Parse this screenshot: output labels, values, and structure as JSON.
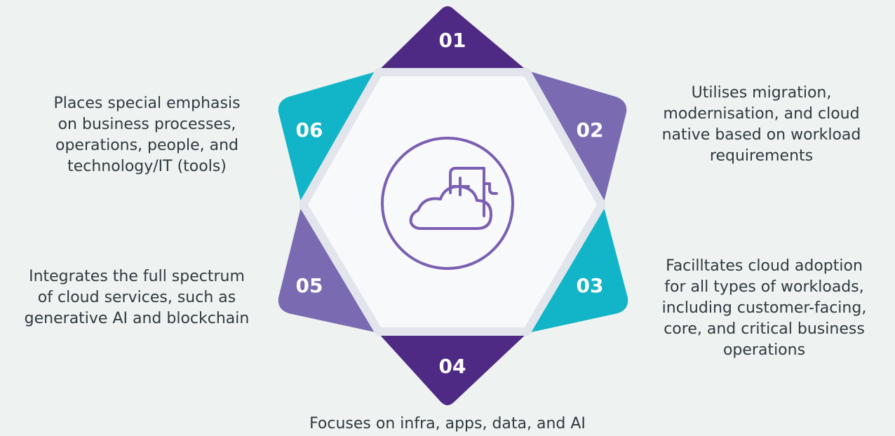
{
  "colors": {
    "background": "#eef2f0",
    "dark_purple": "#4e2a85",
    "light_purple": "#7a6ab2",
    "teal": "#12b5c8",
    "hexagon_fill": "#f8f9fb",
    "hexagon_border": "#e2e5ec",
    "icon_stroke": "#7a5fb2",
    "text": "#2f3a40"
  },
  "center_icon": {
    "name": "cloud-document-icon"
  },
  "segments": [
    {
      "number": "01"
    },
    {
      "number": "02"
    },
    {
      "number": "03"
    },
    {
      "number": "04"
    },
    {
      "number": "05"
    },
    {
      "number": "06"
    }
  ],
  "captions": {
    "c01": [],
    "c02": [
      "Utilises migration,",
      "modernisation, and cloud",
      "native based on workload",
      "requirements"
    ],
    "c03": [
      "Facilltates cloud adoption",
      "for all types of workloads,",
      "including customer-facing,",
      "core, and critical business",
      "operations"
    ],
    "c04": [
      "Focuses on infra, apps, data, and AI"
    ],
    "c05": [
      "Integrates the full spectrum",
      "of cloud services, such as",
      "generative AI and blockchain"
    ],
    "c06": [
      "Places special emphasis",
      "on business processes,",
      "operations, people, and",
      "technology/IT (tools)"
    ]
  }
}
